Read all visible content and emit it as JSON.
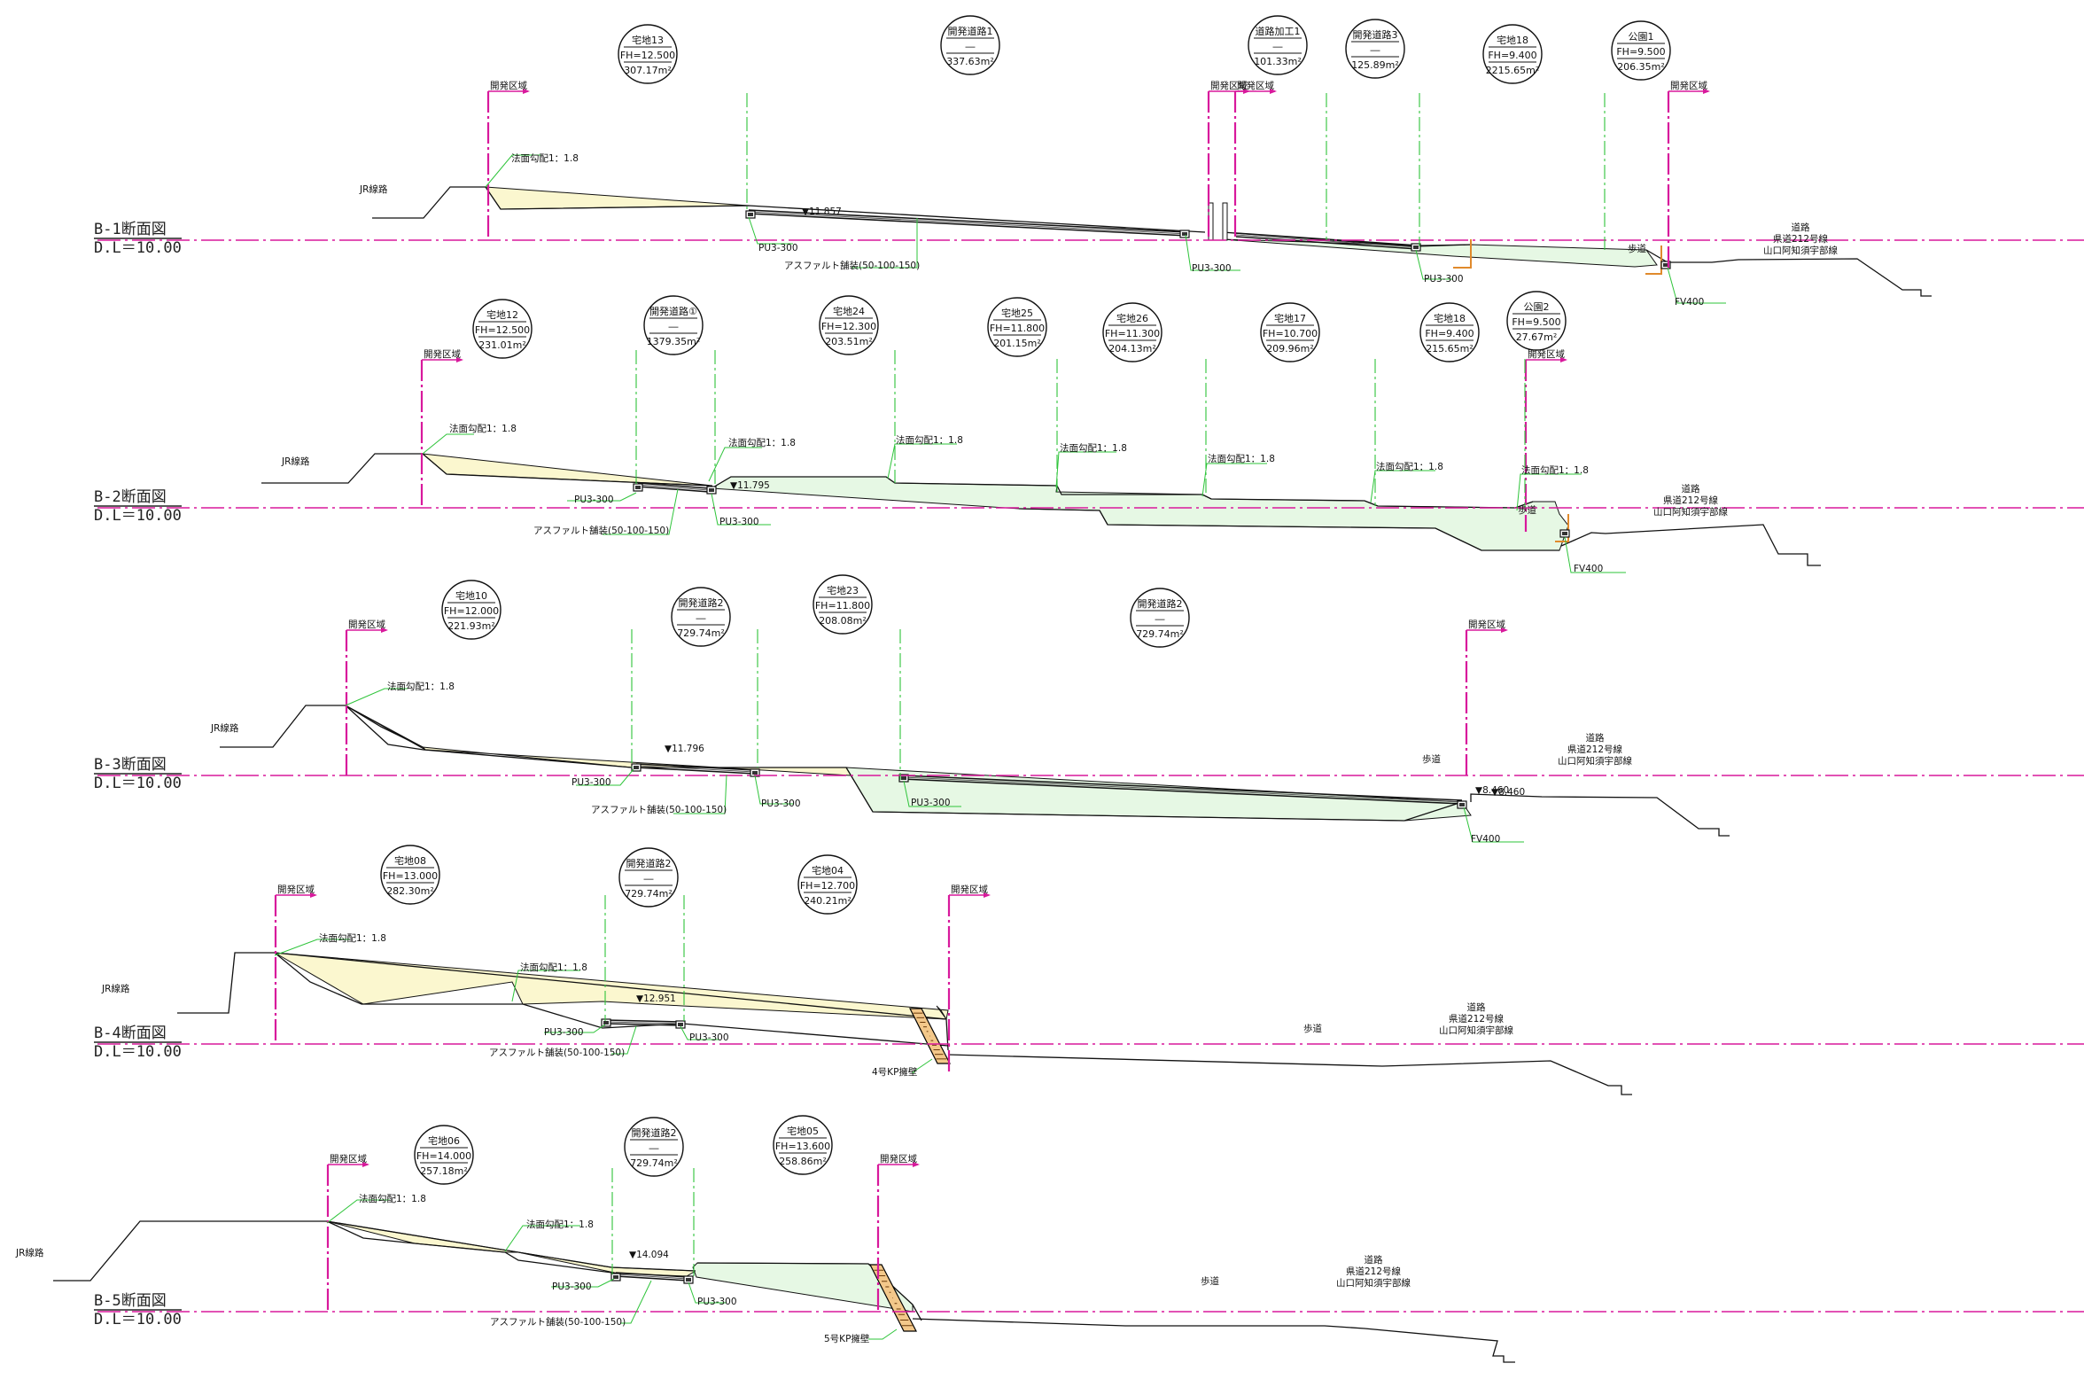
{
  "labels": {
    "kaihatsu": "開発区域",
    "jr": "JR線路",
    "slope": "法面勾配1：1.8",
    "slope_b1": "法面勾配1：1.8",
    "pu": "PU3-300",
    "fv": "FV400",
    "asphalt": "アスファルト舗装(50-100-150)",
    "road": "道路",
    "route": "県道212号線",
    "route_sub": "山口阿知須宇部線",
    "sidewalk": "歩道",
    "dl": "D.L＝10.00"
  },
  "sections": [
    {
      "title": "B-1断面図",
      "level": "▼11.857",
      "circles": [
        {
          "name": "宅地13",
          "fh": "FH=12.500",
          "area": "307.17m²"
        },
        {
          "name": "開発道路1",
          "fh": "―",
          "area": "337.63m²"
        },
        {
          "name": "道路加工1",
          "fh": "―",
          "area": "101.33m²"
        },
        {
          "name": "開発道路3",
          "fh": "―",
          "area": "125.89m²"
        },
        {
          "name": "宅地18",
          "fh": "FH=9.400",
          "area": "2215.65m²"
        },
        {
          "name": "公園1",
          "fh": "FH=9.500",
          "area": "206.35m²"
        }
      ]
    },
    {
      "title": "B-2断面図",
      "level": "▼11.795",
      "circles": [
        {
          "name": "宅地12",
          "fh": "FH=12.500",
          "area": "231.01m²"
        },
        {
          "name": "開発道路①",
          "fh": "―",
          "area": "1379.35m²"
        },
        {
          "name": "宅地24",
          "fh": "FH=12.300",
          "area": "203.51m²"
        },
        {
          "name": "宅地25",
          "fh": "FH=11.800",
          "area": "201.15m²"
        },
        {
          "name": "宅地26",
          "fh": "FH=11.300",
          "area": "204.13m²"
        },
        {
          "name": "宅地17",
          "fh": "FH=10.700",
          "area": "209.96m²"
        },
        {
          "name": "宅地18",
          "fh": "FH=9.400",
          "area": "215.65m²"
        },
        {
          "name": "公園2",
          "fh": "FH=9.500",
          "area": "27.67m²"
        }
      ]
    },
    {
      "title": "B-3断面図",
      "level": "▼11.796",
      "level2": "▼8.460",
      "circles": [
        {
          "name": "宅地10",
          "fh": "FH=12.000",
          "area": "221.93m²"
        },
        {
          "name": "開発道路2",
          "fh": "―",
          "area": "729.74m²"
        },
        {
          "name": "宅地23",
          "fh": "FH=11.800",
          "area": "208.08m²"
        },
        {
          "name": "開発道路2",
          "fh": "―",
          "area": "729.74m²"
        }
      ]
    },
    {
      "title": "B-4断面図",
      "level": "▼12.951",
      "wall": "4号KP擁壁",
      "circles": [
        {
          "name": "宅地08",
          "fh": "FH=13.000",
          "area": "282.30m²"
        },
        {
          "name": "開発道路2",
          "fh": "―",
          "area": "729.74m²"
        },
        {
          "name": "宅地04",
          "fh": "FH=12.700",
          "area": "240.21m²"
        }
      ]
    },
    {
      "title": "B-5断面図",
      "level": "▼14.094",
      "wall": "5号KP擁壁",
      "circles": [
        {
          "name": "宅地06",
          "fh": "FH=14.000",
          "area": "257.18m²"
        },
        {
          "name": "開発道路2",
          "fh": "―",
          "area": "729.74m²"
        },
        {
          "name": "宅地05",
          "fh": "FH=13.600",
          "area": "258.86m²"
        }
      ]
    }
  ],
  "colors": {
    "datum": "#d8199c",
    "boundary": "#d8199c",
    "guide": "#2ec43a",
    "cut": "#fbf7cf",
    "fill": "#e6f8e4",
    "wall": "#e08a2c",
    "ground": "#111111"
  }
}
